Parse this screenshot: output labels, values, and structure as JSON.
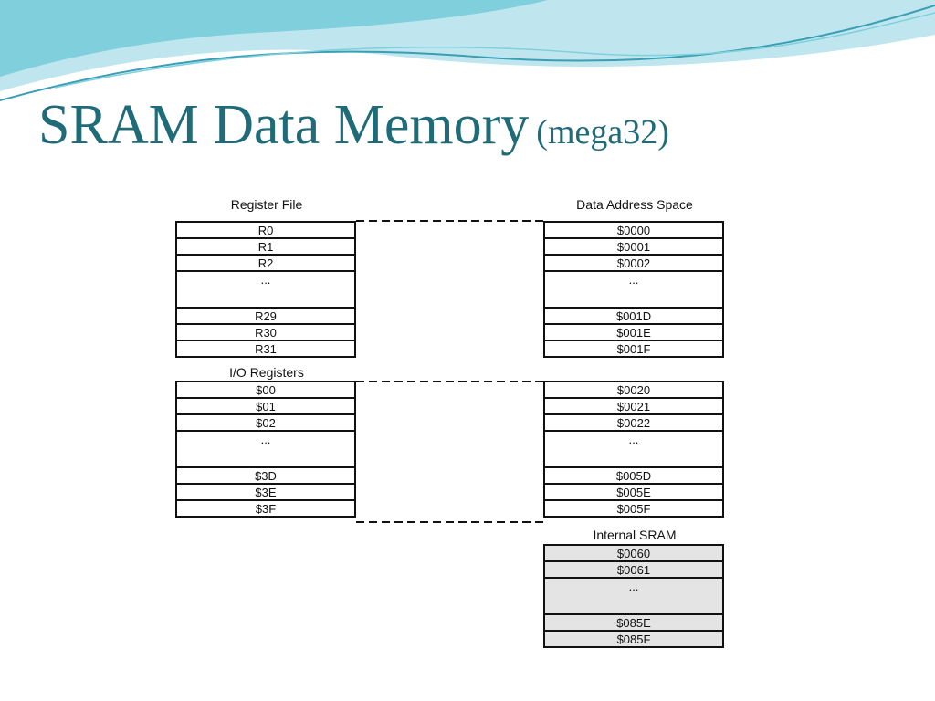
{
  "slide": {
    "title": "SRAM Data Memory",
    "subtitle": "(mega32)"
  },
  "theme": {
    "title_color": "#1f6b78",
    "wave_light": "#bfe6ee",
    "wave_mid": "#7fcfdd",
    "wave_dark": "#3a9fb5",
    "sram_fill": "#e4e4e4"
  },
  "diagram": {
    "register_file": {
      "header": "Register File",
      "cells": [
        "R0",
        "R1",
        "R2",
        "...",
        "R29",
        "R30",
        "R31"
      ]
    },
    "io_registers": {
      "header": "I/O Registers",
      "cells": [
        "$00",
        "$01",
        "$02",
        "...",
        "$3D",
        "$3E",
        "$3F"
      ]
    },
    "data_space": {
      "header": "Data Address Space",
      "block1": [
        "$0000",
        "$0001",
        "$0002",
        "...",
        "$001D",
        "$001E",
        "$001F"
      ],
      "block2": [
        "$0020",
        "$0021",
        "$0022",
        "...",
        "$005D",
        "$005E",
        "$005F"
      ]
    },
    "internal_sram": {
      "header": "Internal SRAM",
      "cells": [
        "$0060",
        "$0061",
        "...",
        "$085E",
        "$085F"
      ]
    }
  }
}
